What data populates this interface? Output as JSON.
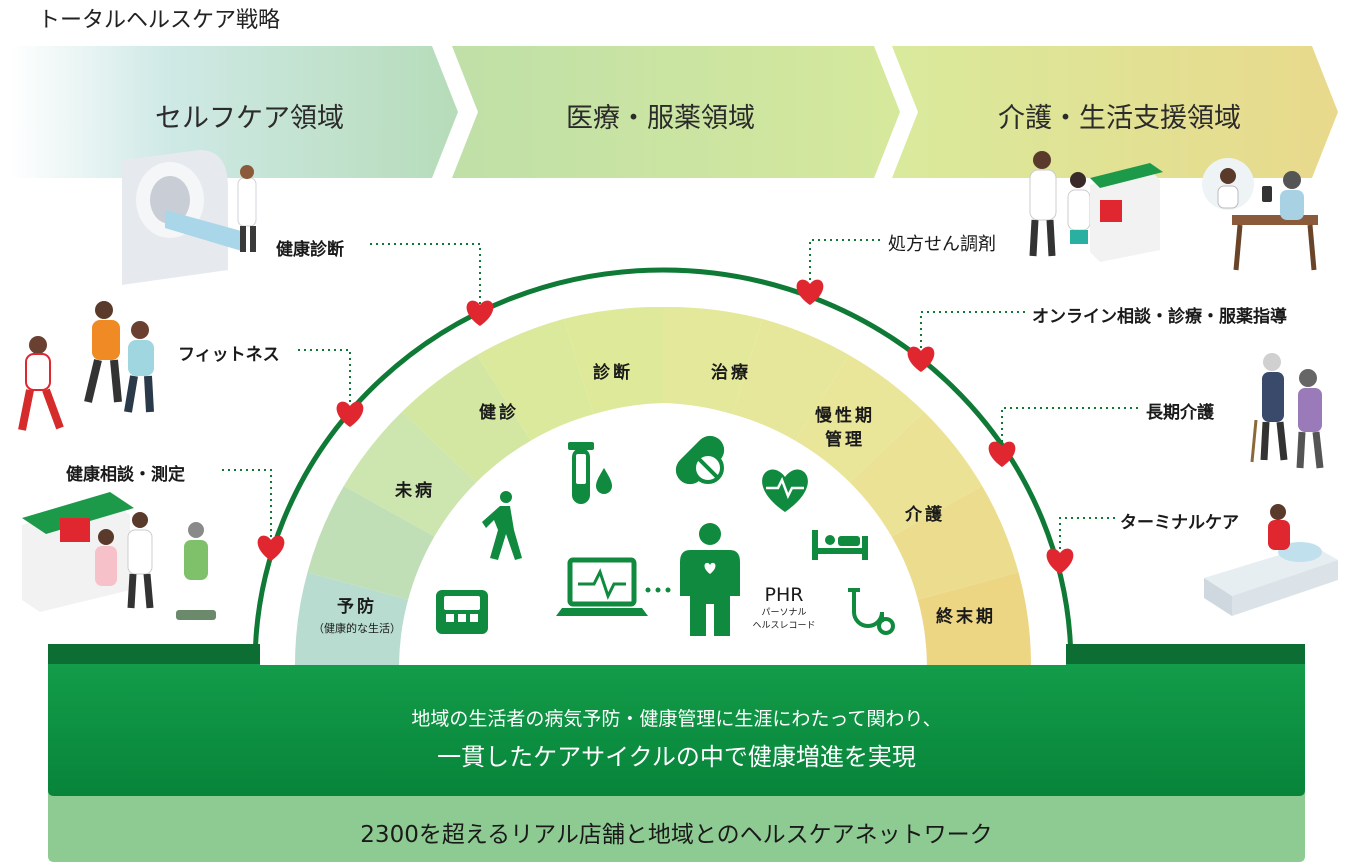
{
  "title": "トータルヘルスケア戦略",
  "domains": [
    {
      "label": "セルフケア領域"
    },
    {
      "label": "医療・服薬領域"
    },
    {
      "label": "介護・生活支援領域"
    }
  ],
  "services_left": [
    {
      "label": "健康診断"
    },
    {
      "label": "フィットネス"
    },
    {
      "label": "健康相談・測定"
    }
  ],
  "services_right": [
    {
      "label": "処方せん調剤"
    },
    {
      "label": "オンライン相談・診療・服薬指導"
    },
    {
      "label": "長期介護"
    },
    {
      "label": "ターミナルケア"
    }
  ],
  "stages": [
    {
      "label": "予防",
      "sub": "（健康的な生活）"
    },
    {
      "label": "未病"
    },
    {
      "label": "健診"
    },
    {
      "label": "診断"
    },
    {
      "label": "治療"
    },
    {
      "label": "慢性期",
      "line2": "管理"
    },
    {
      "label": "介護"
    },
    {
      "label": "終末期"
    }
  ],
  "phr": {
    "label": "PHR",
    "sub1": "パーソナル",
    "sub2": "ヘルスレコード"
  },
  "icons": [
    "scale-icon",
    "walking-person-icon",
    "test-tube-icon",
    "blood-drop-icon",
    "pill-icon",
    "heart-rate-icon",
    "laptop-monitor-icon",
    "person-icon",
    "hospital-bed-icon",
    "stethoscope-icon"
  ],
  "base": {
    "line1": "地域の生活者の病気予防・健康管理に生涯にわたって関わり、",
    "line2": "一貫したケアサイクルの中で健康増進を実現"
  },
  "network": {
    "text": "2300を超えるリアル店舗と地域とのヘルスケアネットワーク"
  },
  "colors": {
    "brand_green": "#0a8a3e",
    "arc_green": "#0f7a36",
    "heart_red": "#e0262f",
    "network_green": "#8ecb93"
  }
}
